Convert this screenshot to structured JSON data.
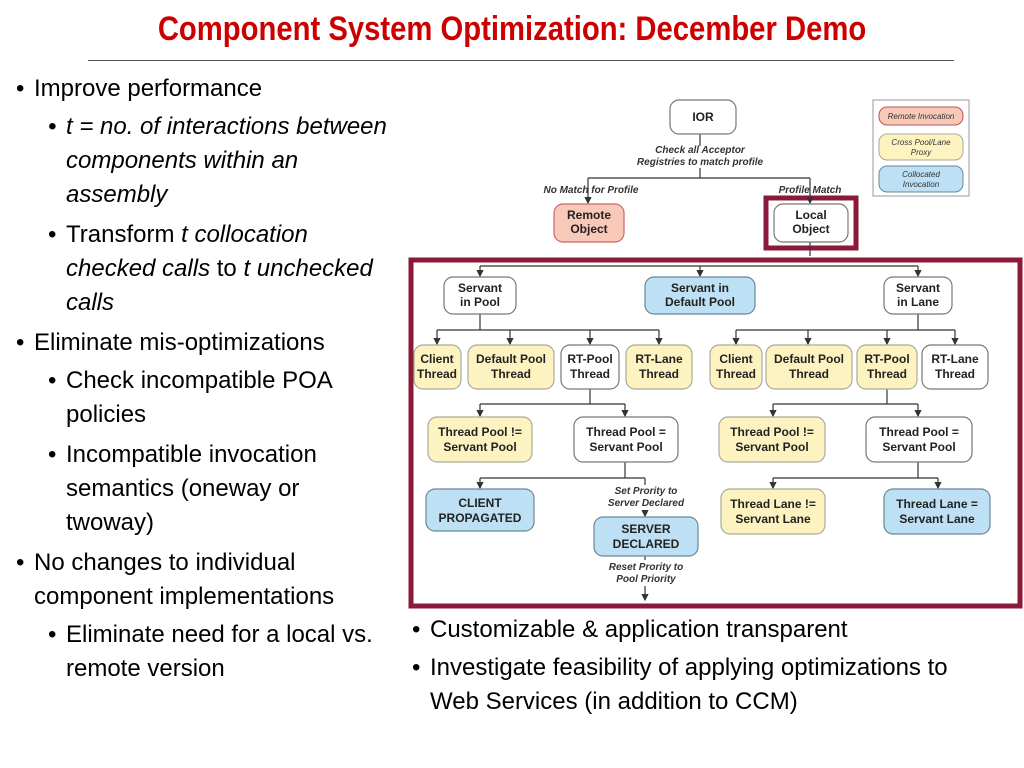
{
  "slide": {
    "title": "Component System Optimization: December Demo"
  },
  "left_bullets": {
    "b1": "Improve performance",
    "b1_1_a": "t",
    "b1_1_b": " = no. of interactions between components within an assembly",
    "b1_2_a": "Transform ",
    "b1_2_b": "t collocation checked calls",
    "b1_2_c": " to ",
    "b1_2_d": "t unchecked calls",
    "b2": "Eliminate mis-optimizations",
    "b2_1": "Check incompatible POA policies",
    "b2_2": "Incompatible invocation semantics (oneway or twoway)",
    "b3": "No changes to individual component implementations",
    "b3_1": "Eliminate need for a local vs. remote version"
  },
  "bottom_bullets": {
    "c1": "Customizable & application transparent",
    "c2": "Investigate feasibility of applying optimizations to Web Services (in addition to CCM)"
  },
  "diagram": {
    "legend": {
      "remote": "Remote Invocation",
      "proxy_1": "Cross Pool/Lane",
      "proxy_2": "Proxy",
      "colloc_1": "Collocated",
      "colloc_2": "Invocation"
    },
    "ior": "IOR",
    "check_1": "Check all Acceptor",
    "check_2": "Registries to match profile",
    "no_match": "No Match for Profile",
    "match": "Profile Match",
    "remote_1": "Remote",
    "remote_2": "Object",
    "local_1": "Local",
    "local_2": "Object",
    "sip_1": "Servant",
    "sip_2": "in Pool",
    "sidp_1": "Servant in",
    "sidp_2": "Default Pool",
    "sil_1": "Servant",
    "sil_2": "in Lane",
    "client_1": "Client",
    "thread": "Thread",
    "default_pool": "Default Pool",
    "rt_pool": "RT-Pool",
    "rt_lane": "RT-Lane",
    "tp_ne_1": "Thread Pool !=",
    "tp_eq_1": "Thread Pool =",
    "servant_pool": "Servant Pool",
    "tl_ne_1": "Thread Lane !=",
    "tl_eq_1": "Thread Lane =",
    "servant_lane": "Servant Lane",
    "cp_1": "CLIENT",
    "cp_2": "PROPAGATED",
    "sd_1": "SERVER",
    "sd_2": "DECLARED",
    "set_1": "Set Prority to",
    "set_2": "Server Declared",
    "reset_1": "Reset Prority to",
    "reset_2": "Pool Priority"
  },
  "colors": {
    "title": "#cc0000",
    "frame": "#8b1a3a",
    "remote_fill": "#f8c8b8",
    "proxy_fill": "#fdf3c0",
    "colloc_fill": "#bde0f4"
  }
}
